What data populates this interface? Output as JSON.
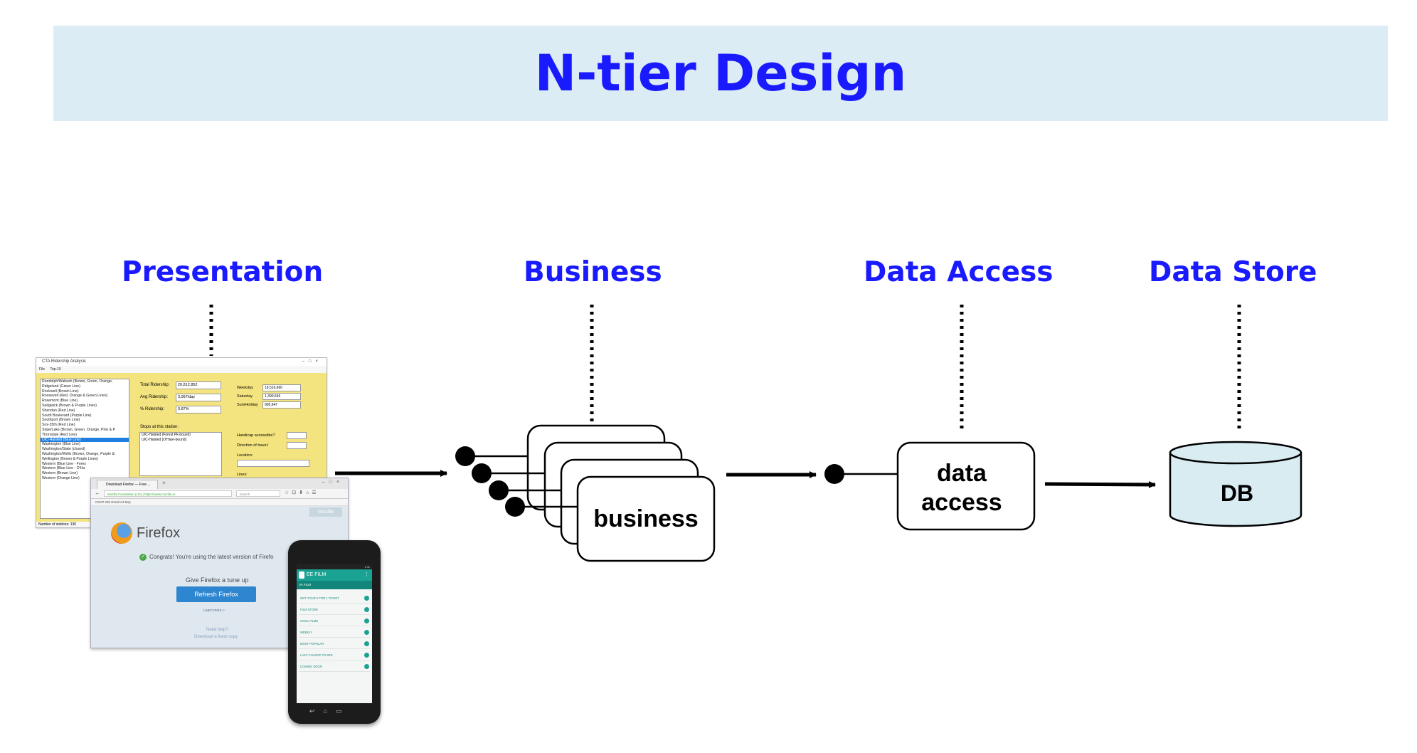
{
  "title": "N-tier Design",
  "tiers": {
    "presentation": "Presentation",
    "business": "Business",
    "data_access": "Data Access",
    "data_store": "Data Store"
  },
  "boxes": {
    "business": "business",
    "data_access_line1": "data",
    "data_access_line2": "access",
    "db": "DB"
  },
  "desktop_app": {
    "window_title": "CTA Ridership Analysis",
    "menu": [
      "File",
      "Top-10"
    ],
    "stations": [
      "Randolph/Wabash (Brown, Green, Orange,",
      "Ridgeland (Green Line)",
      "Rockwell (Brown Line)",
      "Roosevelt (Red, Orange & Green Lines)",
      "Rosemont (Blue Line)",
      "Sedgwick (Brown & Purple Lines)",
      "Sheridan (Red Line)",
      "South Boulevard (Purple Line)",
      "Southport (Brown Line)",
      "Sox-35th (Red Line)",
      "State/Lake (Brown, Green, Orange, Pink & P",
      "Thorndale (Red Line)",
      "UIC-Halsted (Blue Line)",
      "Washington (Blue Line)",
      "Washington/State (closed)",
      "Washington/Wells (Brown, Orange, Purple &",
      "Wellington (Brown & Purple Lines)",
      "Western (Blue Line - Fores",
      "Western (Blue Line - O'Ha",
      "Western (Brown Line)",
      "Western (Orange Line)"
    ],
    "total_label": "Total Ridership:",
    "total_value": "20,812,852",
    "avg_label": "Avg Ridership:",
    "avg_value": "3,997/day",
    "pct_label": "% Ridership:",
    "pct_value": "0.87%",
    "weekday_label": "Weekday",
    "weekday_value": "18,516,660",
    "saturday_label": "Saturday",
    "saturday_value": "1,390,545",
    "sunday_label": "Sun/Holiday",
    "sunday_value": "905,647",
    "stops_label": "Stops at this station:",
    "stops": [
      "UIC-Halsted (Forest Pk-bound)",
      "UIC-Halsted (O'Hare-bound)"
    ],
    "handicap_label": "Handicap accessible?",
    "direction_label": "Direction of travel:",
    "location_label": "Location:",
    "lines_label": "Lines:",
    "status": "Number of stations: 136"
  },
  "browser": {
    "tab_title": "Download Firefox — Free ...",
    "url": "Mozilla Foundation (US) | https://www.mozilla.or",
    "search_placeholder": "Search",
    "bookmarks": "CSAP  315 Gmail  A4 Day",
    "brand": "Firefox",
    "mozilla_tag": "mozilla",
    "congrats": "Congrats! You're using the latest version of Firefo",
    "tuneup": "Give Firefox a tune up",
    "refresh_button": "Refresh Firefox",
    "learn_more": "Learn more »",
    "need_help": "Need help?",
    "download_fresh": "Download a fresh copy"
  },
  "phone": {
    "status_time": "1:11",
    "app_title": "EE FILM",
    "tab_label": "IN FILM",
    "menu": [
      "GET YOUR 2 FOR 1 TICKET",
      "FILM STORE",
      "COOL FILMS",
      "WEEKLY",
      "MOST POPULAR",
      "LAST CHANCE TO SEE",
      "COMING SOON"
    ]
  },
  "colors": {
    "title_band": "#dbecf4",
    "title_text": "#1a1aff",
    "tier_text": "#1a1aff",
    "db_fill": "#d8ecf2",
    "app_bg": "#f3e47f",
    "selection": "#1e7fe0",
    "firefox_button": "#2e86d1",
    "phone_teal": "#1aa293"
  }
}
